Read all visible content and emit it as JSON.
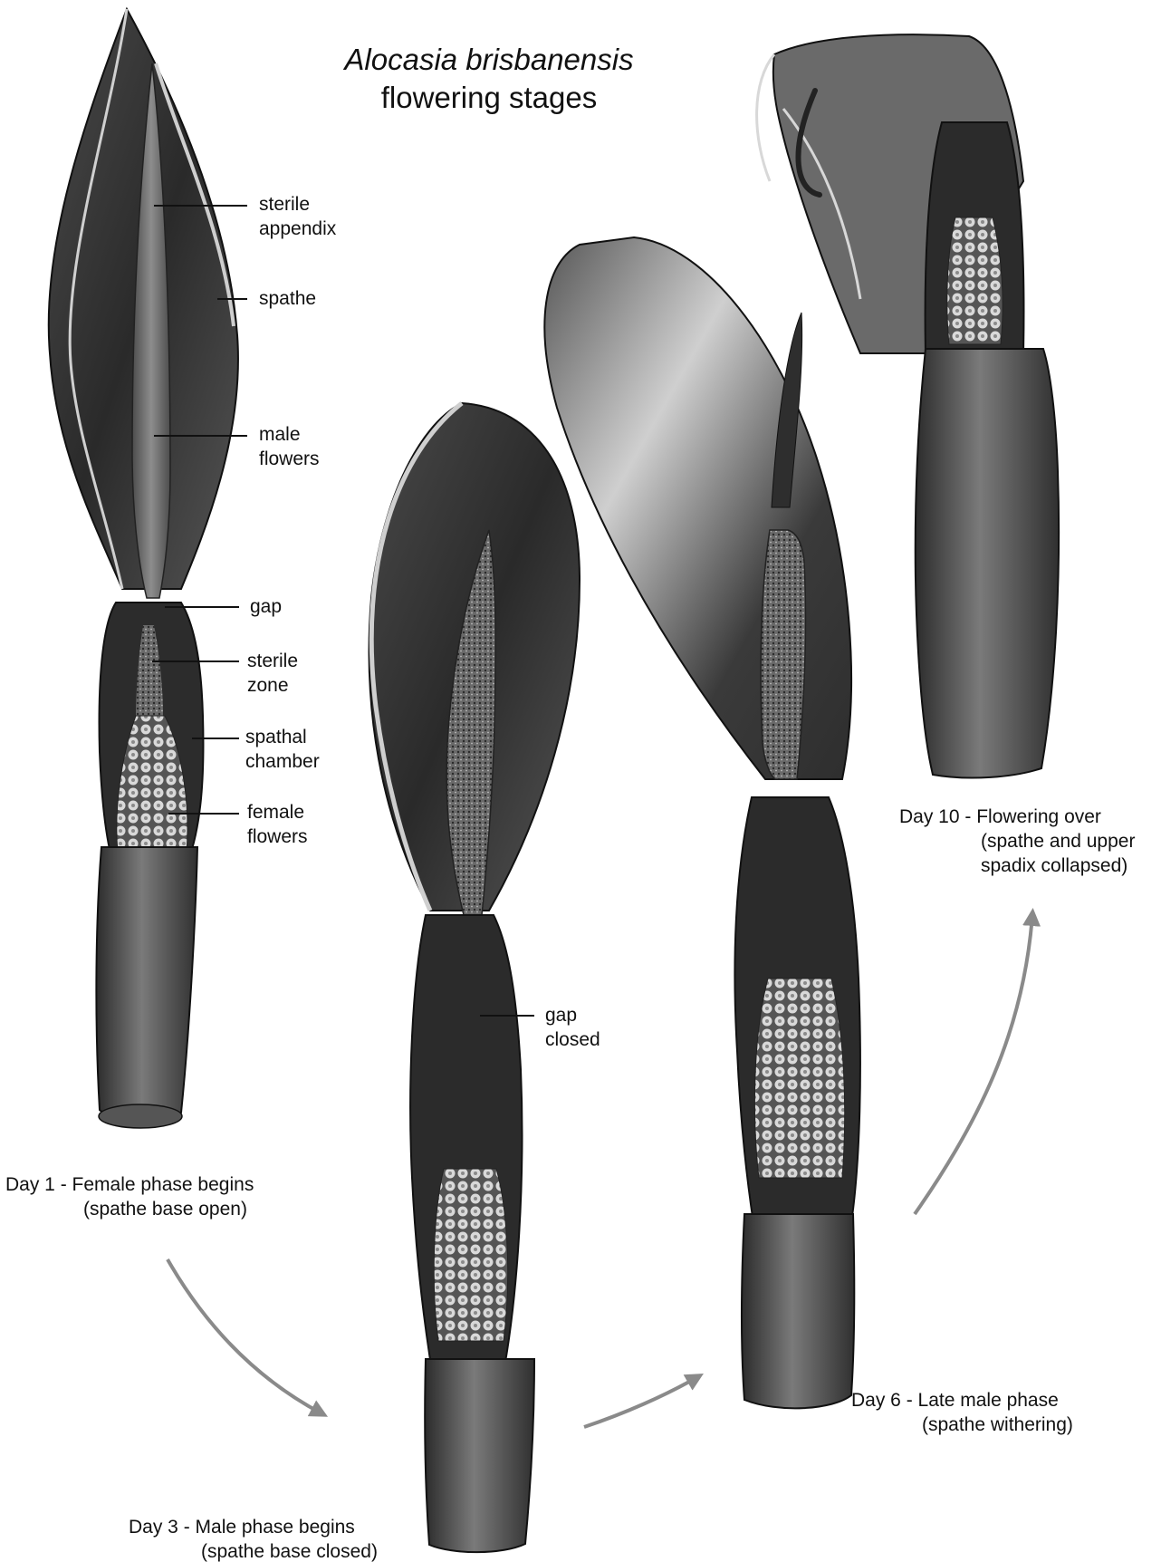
{
  "title": {
    "species": "Alocasia brisbanensis",
    "subtitle": "flowering stages"
  },
  "labels": {
    "sterile_appendix": [
      "sterile",
      "appendix"
    ],
    "spathe": "spathe",
    "male_flowers": [
      "male",
      "flowers"
    ],
    "gap": "gap",
    "sterile_zone": [
      "sterile",
      "zone"
    ],
    "spathal_chamber": [
      "spathal",
      "chamber"
    ],
    "female_flowers": [
      "female",
      "flowers"
    ],
    "gap_closed": [
      "gap",
      "closed"
    ]
  },
  "stages": [
    {
      "line1": "Day 1 - Female phase begins",
      "line2": "(spathe base open)"
    },
    {
      "line1": "Day 3 - Male phase begins",
      "line2": "(spathe base closed)"
    },
    {
      "line1": "Day 6 - Late male phase",
      "line2": "(spathe withering)"
    },
    {
      "line1": "Day 10 - Flowering over",
      "line2": "(spathe and upper",
      "line3": "spadix collapsed)"
    }
  ],
  "colors": {
    "ink": "#111111",
    "arrow": "#8a8a8a",
    "plant_dark": "#3a3a3a",
    "plant_mid": "#6e6e6e",
    "plant_light": "#bdbdbd"
  }
}
